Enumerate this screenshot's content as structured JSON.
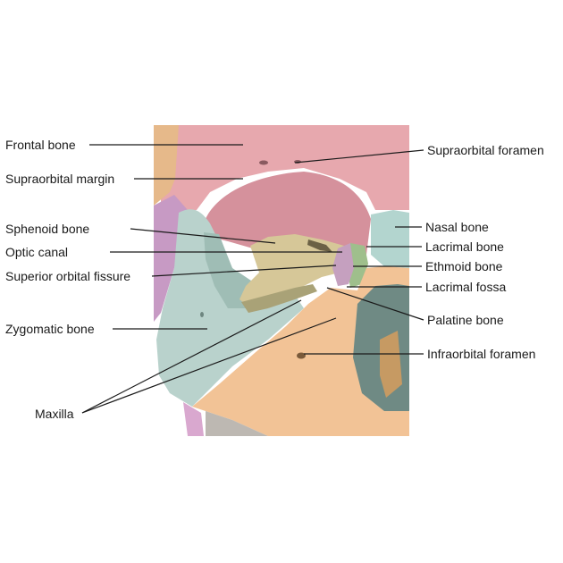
{
  "labels": {
    "frontal_bone": "Frontal bone",
    "supraorbital_margin": "Supraorbital margin",
    "sphenoid_bone": "Sphenoid bone",
    "optic_canal": "Optic canal",
    "superior_orbital_fissure": "Superior orbital fissure",
    "zygomatic_bone": "Zygomatic bone",
    "maxilla": "Maxilla",
    "supraorbital_foramen": "Supraorbital foramen",
    "nasal_bone": "Nasal bone",
    "lacrimal_bone": "Lacrimal bone",
    "ethmoid_bone": "Ethmoid bone",
    "lacrimal_fossa": "Lacrimal fossa",
    "palatine_bone": "Palatine bone",
    "infraorbital_foramen": "Infraorbital foramen"
  },
  "colors": {
    "frontal": "#e7a8ae",
    "orbit_inner": "#d5919c",
    "zygomatic": "#b9d2cc",
    "sphenoid_greater": "#9fbdb5",
    "sphenoid": "#d6c798",
    "maxilla": "#f2c396",
    "nasal": "#b3d5cf",
    "lacrimal": "#c5a0bf",
    "ethmoid": "#9fbf8c",
    "temporal": "#c79ac4",
    "parietal_strip": "#e6b98a",
    "cavity_dark": "#6f8a84"
  }
}
